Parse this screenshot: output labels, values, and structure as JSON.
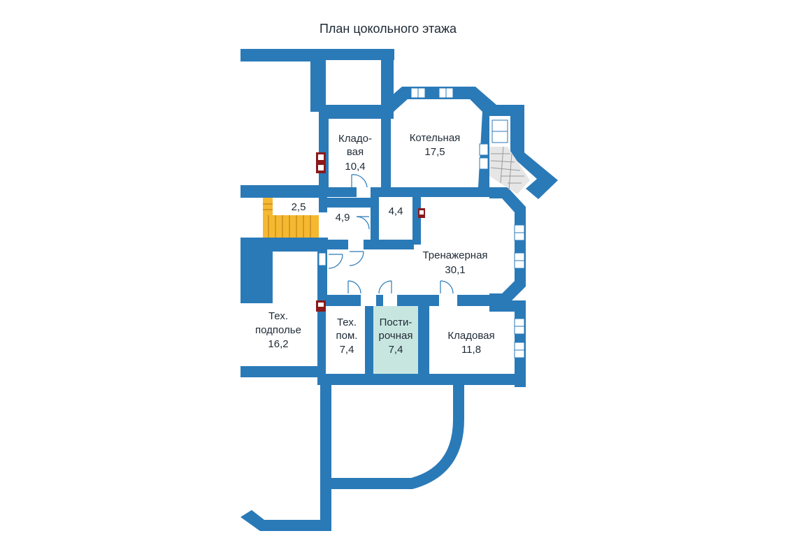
{
  "title": "План цокольного этажа",
  "colors": {
    "wall": "#2a7ab8",
    "wet_room": "#c8e6e0",
    "stairs": "#f6b830",
    "vent": "#8b1a1a"
  },
  "rooms": {
    "kladovaya_1": {
      "name_line1": "Кладо-",
      "name_line2": "вая",
      "area": "10,4"
    },
    "kotelnaya": {
      "name": "Котельная",
      "area": "17,5"
    },
    "stair_hall": {
      "area": "2,5"
    },
    "corridor": {
      "area": "4,9"
    },
    "small_room": {
      "area": "4,4"
    },
    "trenazhernaya": {
      "name": "Тренажерная",
      "area": "30,1"
    },
    "tech_podpolye": {
      "name_line1": "Тех.",
      "name_line2": "подполье",
      "area": "16,2"
    },
    "tech_pom": {
      "name_line1": "Тех.",
      "name_line2": "пом.",
      "area": "7,4"
    },
    "postirochnaya": {
      "name_line1": "Пости-",
      "name_line2": "рочная",
      "area": "7,4"
    },
    "kladovaya_2": {
      "name": "Кладовая",
      "area": "11,8"
    }
  }
}
